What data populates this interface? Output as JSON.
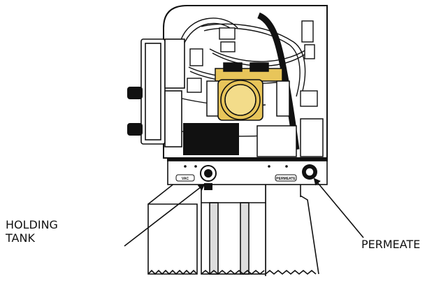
{
  "callouts": {
    "holding_tank": {
      "line1": "HOLDING",
      "line2": "TANK"
    },
    "permeate": "PERMEATE"
  },
  "panel_labels": {
    "left_port": "VAC",
    "right_port": "PERMEATE"
  },
  "colors": {
    "ink": "#111111",
    "fitting": "#e8c55a",
    "background": "#ffffff"
  }
}
